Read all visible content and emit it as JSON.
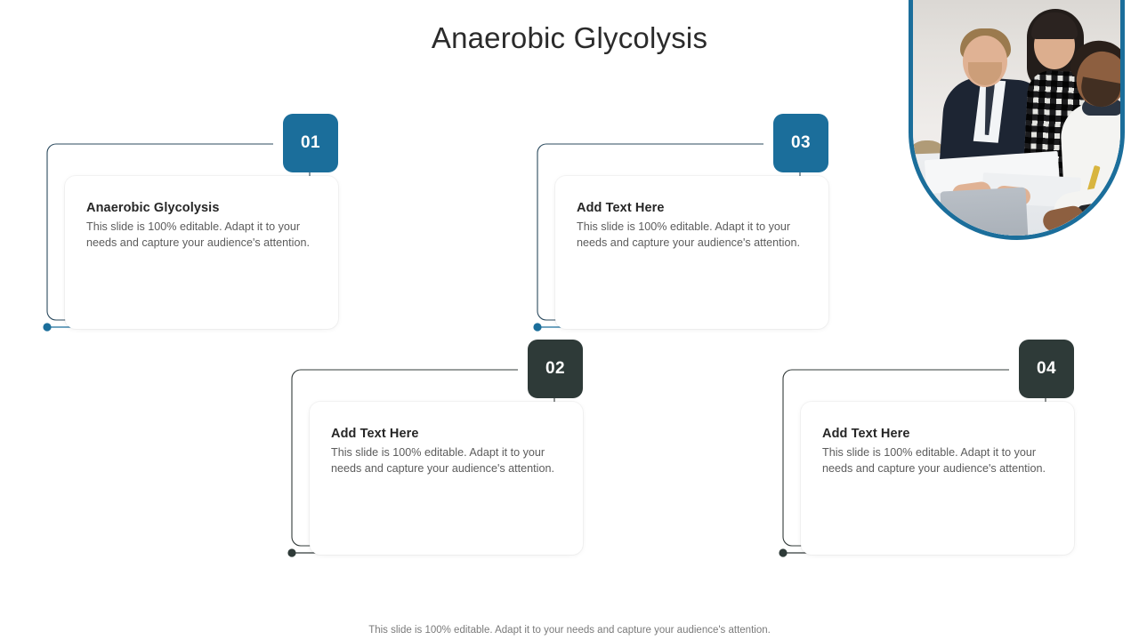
{
  "slide": {
    "title": "Anaerobic Glycolysis",
    "footer": "This slide is 100% editable. Adapt it to your needs and capture your audience's attention.",
    "colors": {
      "accent_blue": "#1b6e9b",
      "accent_dark": "#2e3a38",
      "outline_blue": "#2b4a5e",
      "outline_dark": "#333b3a",
      "title_text": "#2b2b2b",
      "heading_text": "#262626",
      "body_text": "#5c5c5c",
      "footer_text": "#7a7a7a"
    }
  },
  "image": {
    "name": "team-meeting-photo",
    "alt": "Three business colleagues reviewing documents around a laptop at a table",
    "border_color": "#1b6e9b"
  },
  "cards": [
    {
      "number": "01",
      "heading": "Anaerobic Glycolysis",
      "body": "This slide is 100% editable. Adapt it to your needs and capture your audience's attention.",
      "accent": "#1b6e9b",
      "outline": "#2b4a5e"
    },
    {
      "number": "02",
      "heading": "Add Text Here",
      "body": "This slide is 100% editable. Adapt it to your needs and capture your audience's attention.",
      "accent": "#2e3a38",
      "outline": "#333b3a"
    },
    {
      "number": "03",
      "heading": "Add Text Here",
      "body": "This slide is 100% editable. Adapt it to your needs and capture your audience's attention.",
      "accent": "#1b6e9b",
      "outline": "#2b4a5e"
    },
    {
      "number": "04",
      "heading": "Add Text Here",
      "body": "This slide is 100% editable. Adapt it to your needs and capture your audience's attention.",
      "accent": "#2e3a38",
      "outline": "#333b3a"
    }
  ]
}
